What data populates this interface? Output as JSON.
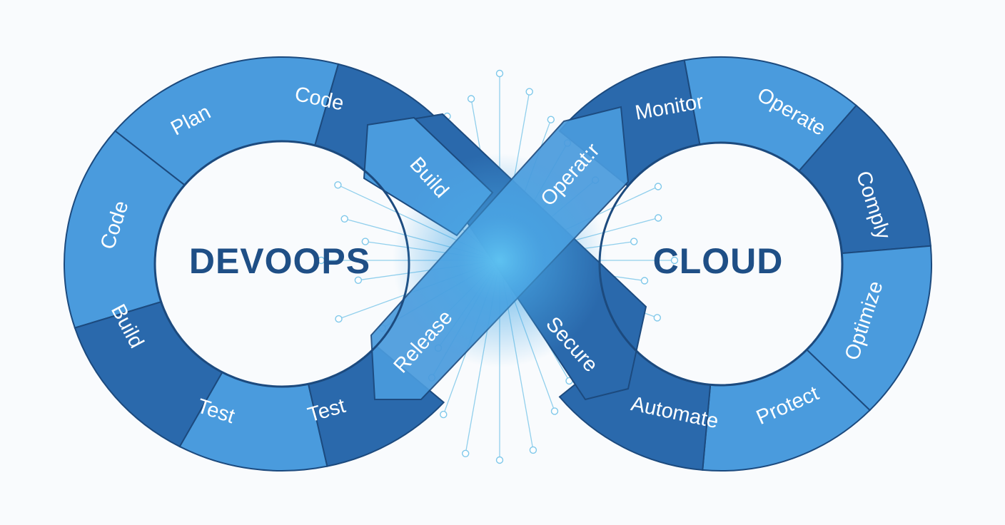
{
  "colors": {
    "dark_blue": "#2a69ac",
    "light_blue": "#4a9bdd",
    "outline": "#1c4a7e",
    "center_text": "#1f4f86",
    "rays": "#7fc8ea",
    "background": "#f9fbfd"
  },
  "left_loop": {
    "title": "DEVOOPS",
    "stages": [
      "Code",
      "Plan",
      "Code",
      "Build",
      "Test",
      "Test"
    ]
  },
  "right_loop": {
    "title": "CLOUD",
    "stages": [
      "Monitor",
      "Operate",
      "Comply",
      "Optimize",
      "Protect",
      "Automate"
    ]
  },
  "crossing": {
    "stages": [
      "Build",
      "Operat:r",
      "Release",
      "Secure"
    ]
  }
}
